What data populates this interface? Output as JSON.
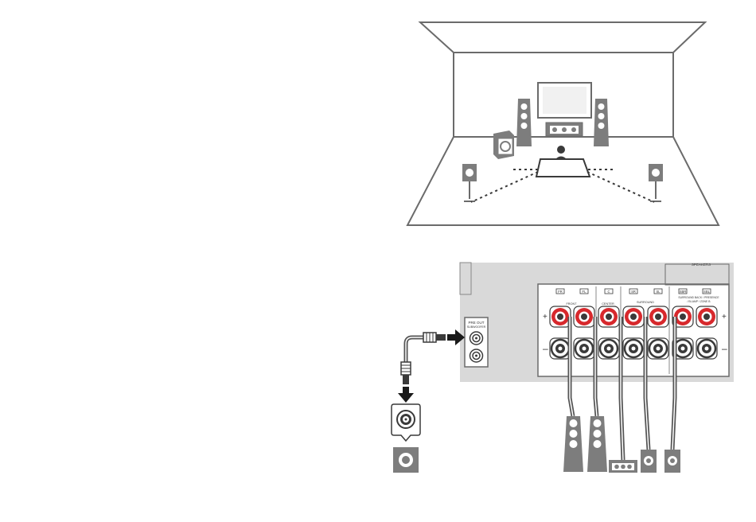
{
  "colors": {
    "outline": "#6b6b6b",
    "speaker_fill": "#7d7d7d",
    "receiver_panel": "#d9d9d9",
    "terminal_red": "#d7282c",
    "terminal_black": "#3a3a3a",
    "cable": "#555555"
  },
  "receiver": {
    "section_label": "SPEAKERS",
    "preout_label_1": "PRE OUT",
    "preout_label_2": "SUBWOOFER",
    "channel_tags": [
      "FR",
      "FL",
      "C",
      "SR",
      "SL",
      "SBR",
      "SBL"
    ],
    "group_labels": {
      "front": "FRONT",
      "center": "CENTER",
      "surround": "SURROUND",
      "surround_back_1": "SURROUND BACK / PRESENCE",
      "surround_back_2": "/ BI-AMP / ZONE B"
    },
    "polarity_plus": "+",
    "polarity_minus": "–"
  },
  "icons": {
    "room": "listening-room-icon",
    "listener": "listener-icon",
    "subwoofer": "subwoofer-icon",
    "tower": "tower-speaker-icon",
    "center": "center-speaker-icon",
    "surround": "surround-speaker-icon",
    "arrow": "arrow-icon",
    "plug": "rca-plug-icon"
  }
}
